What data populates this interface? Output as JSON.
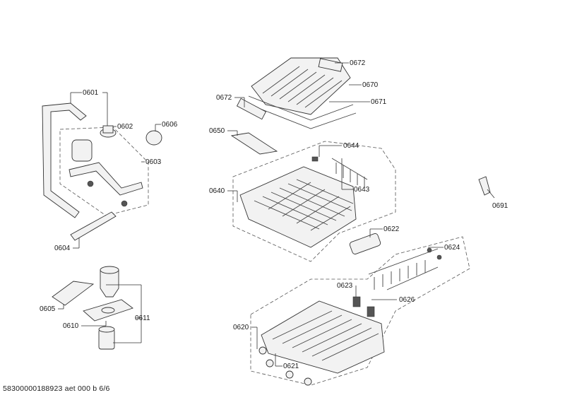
{
  "labels": {
    "p0601": "0601",
    "p0602": "0602",
    "p0603": "0603",
    "p0604": "0604",
    "p0605": "0605",
    "p0606": "0606",
    "p0610": "0610",
    "p0611": "0611",
    "p0620": "0620",
    "p0621": "0621",
    "p0622": "0622",
    "p0623": "0623",
    "p0624": "0624",
    "p0626": "0626",
    "p0640": "0640",
    "p0643": "0643",
    "p0644": "0644",
    "p0650": "0650",
    "p0670": "0670",
    "p0671": "0671",
    "p0672a": "0672",
    "p0672b": "0672",
    "p0691": "0691"
  },
  "footer": "58300000188923 aet 000 b 6/6"
}
